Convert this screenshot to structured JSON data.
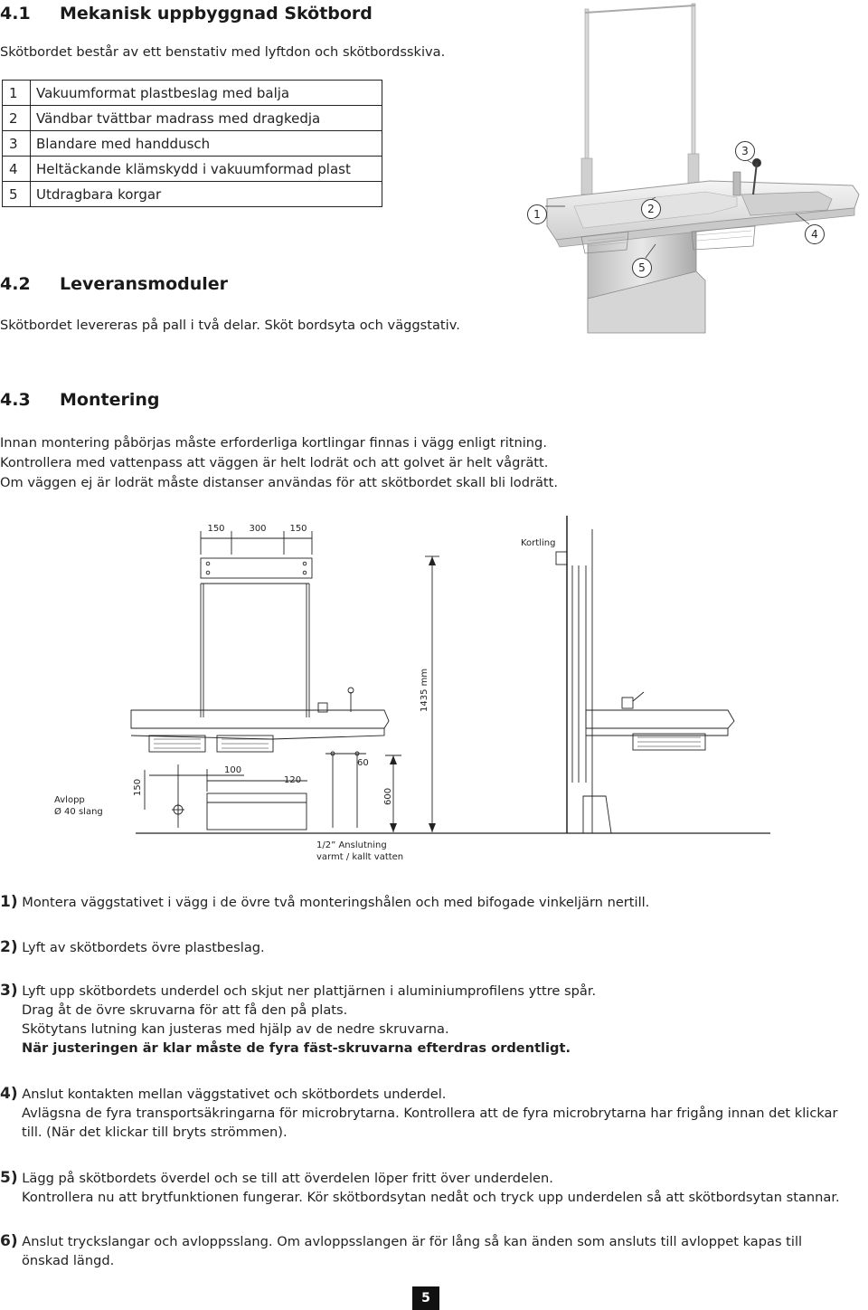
{
  "s41": {
    "num": "4.1",
    "title": "Mekanisk uppbyggnad Skötbord",
    "intro": "Skötbordet består av ett benstativ med lyftdon och skötbordsskiva."
  },
  "parts": [
    {
      "n": "1",
      "t": "Vakuumformat plastbeslag med balja"
    },
    {
      "n": "2",
      "t": "Vändbar tvättbar madrass med dragkedja"
    },
    {
      "n": "3",
      "t": "Blandare med handdusch"
    },
    {
      "n": "4",
      "t": "Heltäckande klämskydd i vakuumformad plast"
    },
    {
      "n": "5",
      "t": "Utdragbara korgar"
    }
  ],
  "callouts": [
    "1",
    "2",
    "3",
    "4",
    "5"
  ],
  "s42": {
    "num": "4.2",
    "title": "Leveransmoduler",
    "text": "Skötbordet levereras på pall i två delar. Sköt bordsyta och väggstativ."
  },
  "s43": {
    "num": "4.3",
    "title": "Montering",
    "lines": [
      "Innan montering påbörjas måste erforderliga kortlingar finnas i vägg enligt ritning.",
      "Kontrollera med vattenpass att väggen är helt lodrät och att golvet är helt vågrätt.",
      "Om väggen ej är lodrät måste distanser användas för att skötbordet skall bli lodrätt."
    ]
  },
  "drawing": {
    "d150a": "150",
    "d300": "300",
    "d150b": "150",
    "kortling": "Kortling",
    "height": "1435 mm",
    "d100": "100",
    "d120": "120",
    "d60": "60",
    "d150v": "150",
    "d600": "600",
    "avlopp1": "Avlopp",
    "avlopp2": "Ø 40 slang",
    "anslut1": "1/2” Anslutning",
    "anslut2": "varmt / kallt vatten"
  },
  "steps": [
    {
      "n": "1)",
      "lines": [
        "Montera väggstativet i vägg i de övre två monteringshålen och med bifogade vinkeljärn nertill."
      ]
    },
    {
      "n": "2)",
      "lines": [
        "Lyft av skötbordets övre plastbeslag."
      ]
    },
    {
      "n": "3)",
      "lines": [
        "Lyft upp skötbordets underdel och skjut ner plattjärnen i aluminiumprofilens yttre spår.",
        "Drag åt de övre skruvarna för att få den på plats.",
        "Skötytans lutning kan justeras med hjälp av de nedre skruvarna."
      ],
      "bold": "När justeringen är klar måste de fyra fäst-skruvarna efterdras ordentligt."
    },
    {
      "n": "4)",
      "lines": [
        "Anslut kontakten mellan väggstativet och skötbordets underdel.",
        "Avlägsna de fyra transportsäkringarna för microbrytarna. Kontrollera att de fyra microbrytarna har frigång innan det klickar",
        "till. (När det klickar till bryts strömmen)."
      ]
    },
    {
      "n": "5)",
      "lines": [
        "Lägg på skötbordets överdel och se till att överdelen löper fritt över underdelen.",
        "Kontrollera nu att brytfunktionen fungerar. Kör skötbordsytan nedåt och tryck upp underdelen så att skötbordsytan stannar."
      ]
    },
    {
      "n": "6)",
      "lines": [
        "Anslut trycksla ngar och avloppsslang. Om avloppsslangen är för lång så kan änden som ansluts till avloppet kapas till",
        "önskad längd."
      ]
    }
  ],
  "page_number": "5"
}
